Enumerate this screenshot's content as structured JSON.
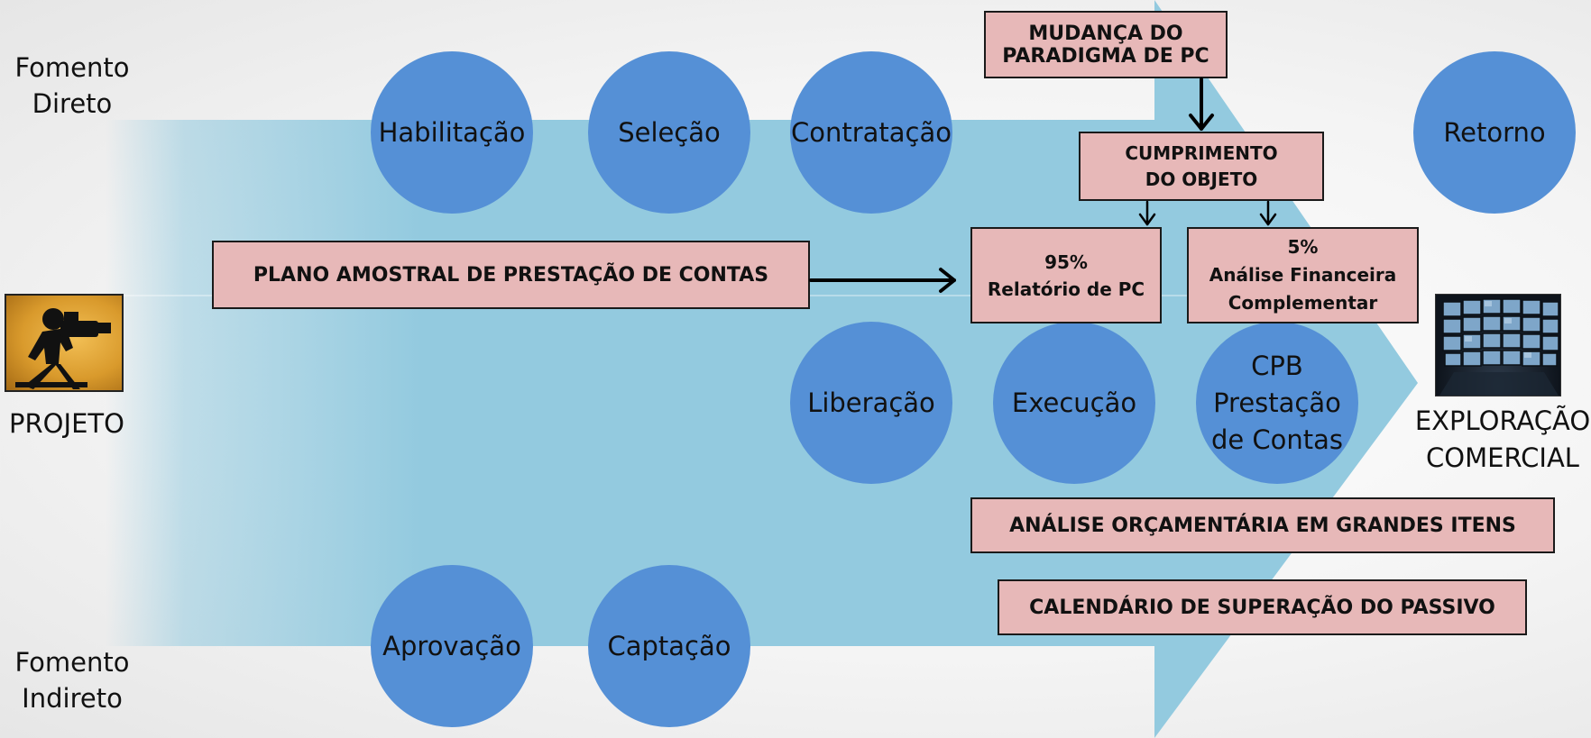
{
  "labels": {
    "fomento_direto": "Fomento\nDireto",
    "projeto": "PROJETO",
    "fomento_indireto": "Fomento\nIndireto",
    "exploracao": "EXPLORAÇÃO\nCOMERCIAL"
  },
  "circles": {
    "habilitacao": "Habilitação",
    "selecao": "Seleção",
    "contratacao": "Contratação",
    "retorno": "Retorno",
    "liberacao": "Liberação",
    "execucao": "Execução",
    "cpb": "CPB\nPrestação\nde Contas",
    "aprovacao": "Aprovação",
    "captacao": "Captação"
  },
  "boxes": {
    "mudanca": "MUDANÇA DO PARADIGMA DE PC",
    "cumprimento": "CUMPRIMENTO\nDO OBJETO",
    "plano": "PLANO AMOSTRAL DE PRESTAÇÃO DE CONTAS",
    "relatorio": "95%\nRelatório de PC",
    "analise_fin": "5%\nAnálise Financeira\nComplementar",
    "analise_orc": "ANÁLISE ORÇAMENTÁRIA EM GRANDES ITENS",
    "calendario": "CALENDÁRIO DE SUPERAÇÃO DO PASSIVO"
  },
  "colors": {
    "arrow": "#93cadf",
    "circle": "#5590d6",
    "box": "#e7b8b8"
  },
  "icons": {
    "projeto_image": "camera-operator-silhouette-icon",
    "exploracao_image": "video-wall-screens-icon"
  }
}
